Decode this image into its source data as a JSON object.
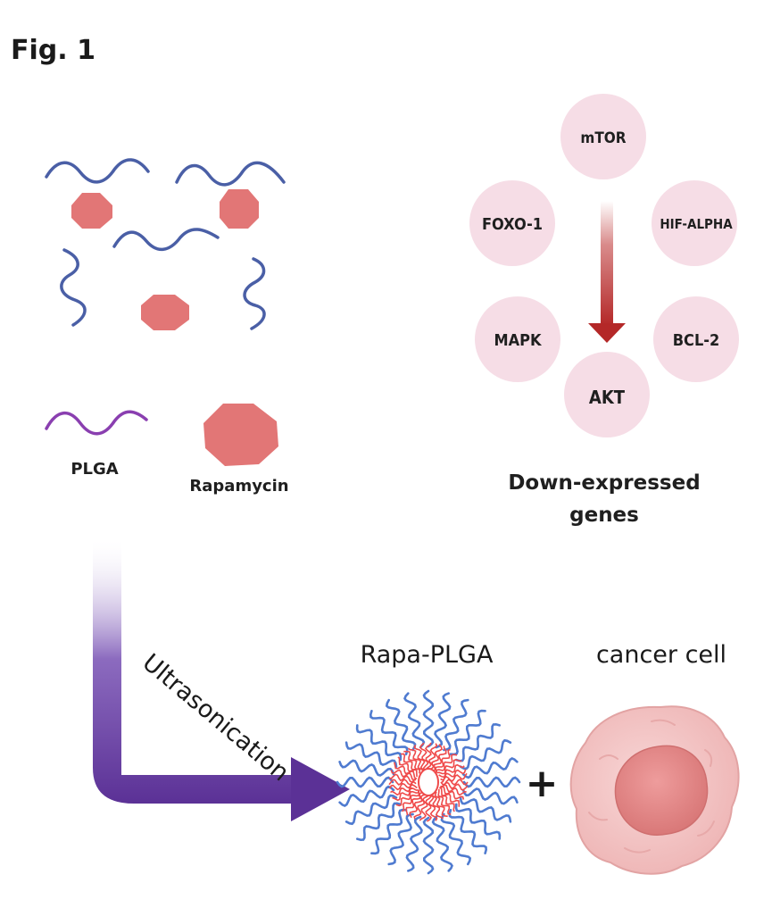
{
  "figure": {
    "label": "Fig. 1"
  },
  "legend": {
    "plga": "PLGA",
    "rapamycin": "Rapamycin"
  },
  "genes": {
    "nodes": [
      {
        "id": "mtor",
        "label": "mTOR"
      },
      {
        "id": "foxo",
        "label": "FOXO-1"
      },
      {
        "id": "hif",
        "label": "HIF-ALPHA"
      },
      {
        "id": "mapk",
        "label": "MAPK"
      },
      {
        "id": "bcl",
        "label": "BCL-2"
      },
      {
        "id": "akt",
        "label": "AKT"
      }
    ],
    "caption_line1": "Down-expressed",
    "caption_line2": "genes"
  },
  "process": {
    "arrow_label": "Ultrasonication",
    "nanoparticle_label": "Rapa-PLGA",
    "plus": "+",
    "cell_label": "cancer cell"
  },
  "colors": {
    "polymer_blue": "#4a5fa6",
    "polymer_purple": "#8a3fb0",
    "drug": "#e27676",
    "gene_circle": "#f6dde6",
    "gene_arrow": "#b42828",
    "process_arrow": "#5b3196",
    "nanoparticle_arms": "#4f7bd0",
    "nanoparticle_core": "#ef4a4a",
    "cell": "#f1c4c4"
  }
}
